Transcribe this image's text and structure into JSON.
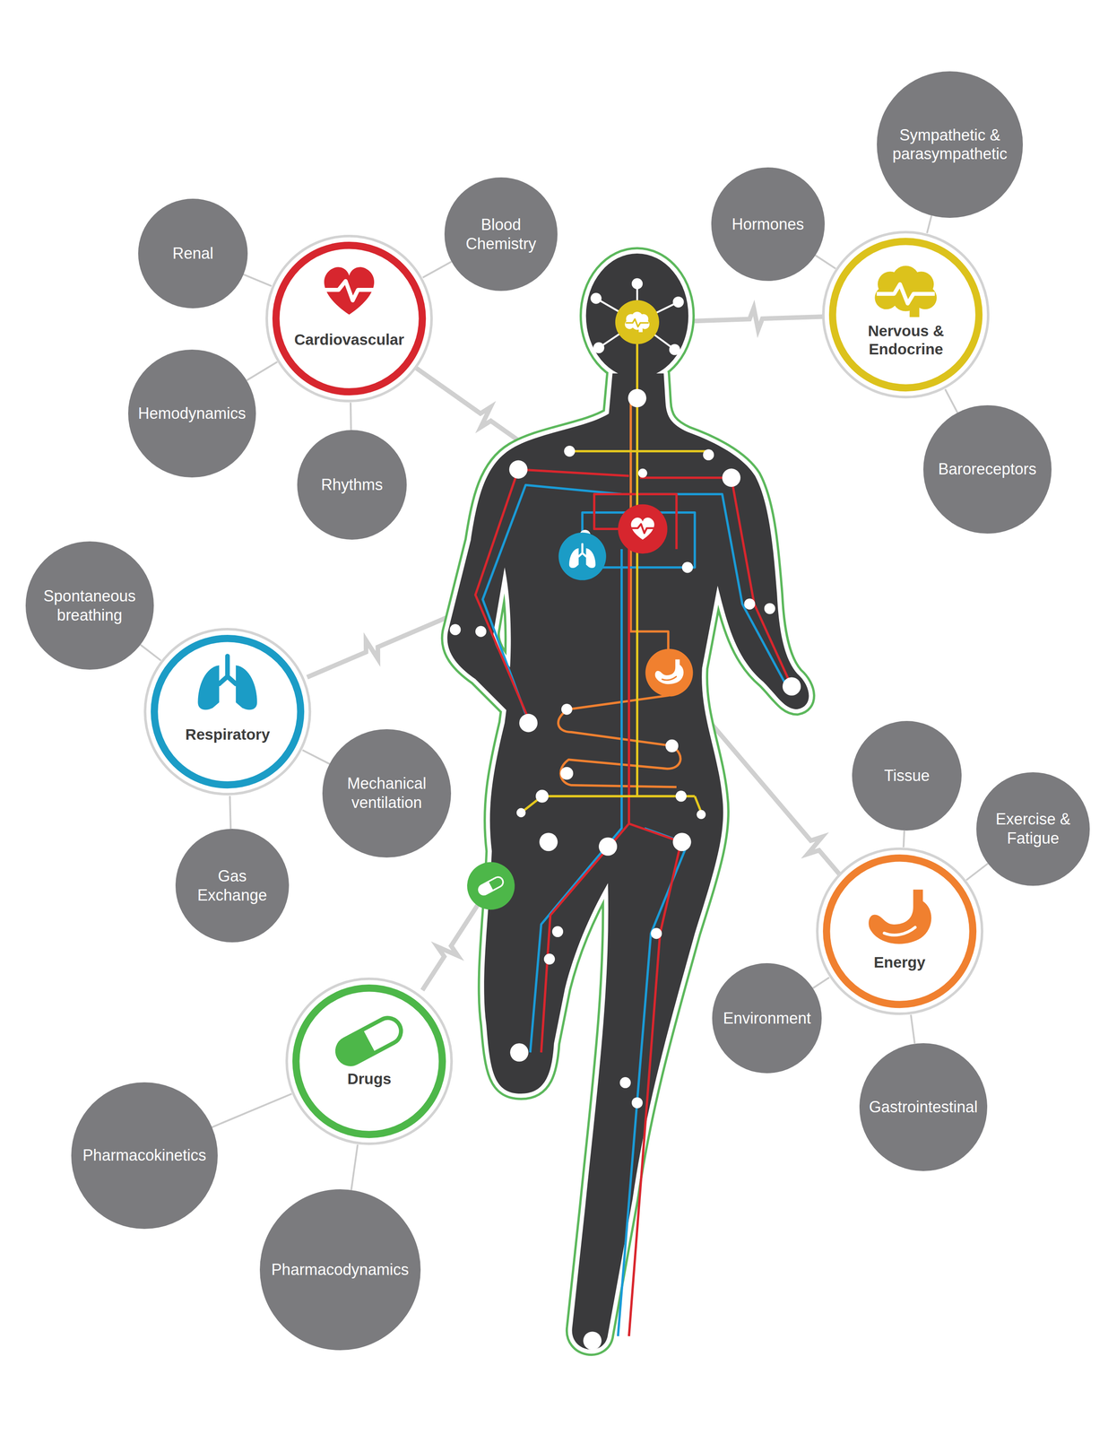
{
  "diagram": {
    "nodes": [
      {
        "text": [
          "Renal"
        ]
      },
      {
        "text": [
          "Blood Chemistry"
        ]
      },
      {
        "text": [
          "Cardiovascular"
        ]
      },
      {
        "text": [
          "Hemodynamics"
        ]
      },
      {
        "text": [
          "Rhythms"
        ]
      },
      {
        "text": [
          "Hormones"
        ]
      },
      {
        "text": [
          "Sympathetic & parasympathetic"
        ]
      },
      {
        "text": [
          "Nervous & Endocrine"
        ]
      },
      {
        "text": [
          "Baroreceptors"
        ]
      },
      {
        "text": [
          "Spontaneous breathing"
        ]
      },
      {
        "text": [
          "Respiratory"
        ]
      },
      {
        "text": [
          "Mechanical ventilation"
        ]
      },
      {
        "text": [
          "Gas Exchange"
        ]
      },
      {
        "text": [
          "Tissue"
        ]
      },
      {
        "text": [
          "Exercise & Fatigue"
        ]
      },
      {
        "text": [
          "Energy"
        ]
      },
      {
        "text": [
          "Environment"
        ]
      },
      {
        "text": [
          "Gastrointestinal"
        ]
      },
      {
        "text": [
          "Drugs"
        ]
      },
      {
        "text": [
          "Pharmacokinetics"
        ]
      },
      {
        "text": [
          "Pharmacodynamics"
        ]
      }
    ],
    "edges": [
      {
        "from": 2,
        "to": 0,
        "arrow": "none"
      },
      {
        "from": 2,
        "to": 1,
        "arrow": "none"
      },
      {
        "from": 2,
        "to": 3,
        "arrow": "none"
      },
      {
        "from": 2,
        "to": 4,
        "arrow": "none"
      },
      {
        "from": 7,
        "to": 5,
        "arrow": "none"
      },
      {
        "from": 7,
        "to": 6,
        "arrow": "none"
      },
      {
        "from": 7,
        "to": 8,
        "arrow": "none"
      },
      {
        "from": 10,
        "to": 9,
        "arrow": "none"
      },
      {
        "from": 10,
        "to": 11,
        "arrow": "none"
      },
      {
        "from": 10,
        "to": 12,
        "arrow": "none"
      },
      {
        "from": 15,
        "to": 13,
        "arrow": "none"
      },
      {
        "from": 15,
        "to": 14,
        "arrow": "none"
      },
      {
        "from": 15,
        "to": 16,
        "arrow": "none"
      },
      {
        "from": 15,
        "to": 17,
        "arrow": "none"
      },
      {
        "from": 18,
        "to": 19,
        "arrow": "none"
      },
      {
        "from": 18,
        "to": 20,
        "arrow": "none"
      }
    ]
  }
}
